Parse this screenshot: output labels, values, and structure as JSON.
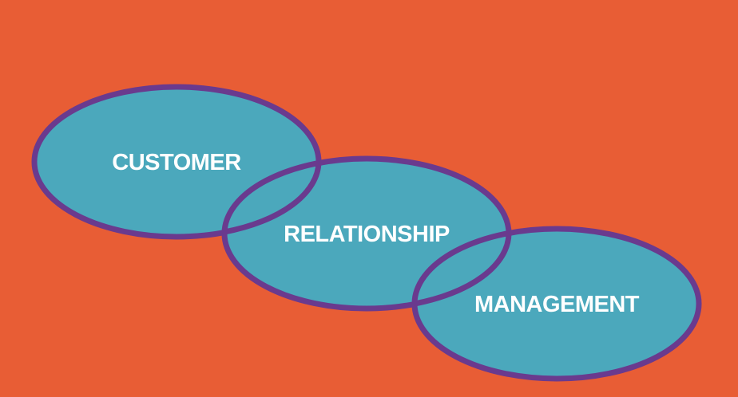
{
  "colors": {
    "background": "#E85D35",
    "ellipse_fill": "#4BA8BC",
    "ellipse_stroke": "#6A3A8E",
    "text": "#FFFFFF"
  },
  "diagram": {
    "type": "venn-chain",
    "ellipses": [
      {
        "label": "CUSTOMER"
      },
      {
        "label": "RELATIONSHIP"
      },
      {
        "label": "MANAGEMENT"
      }
    ]
  }
}
